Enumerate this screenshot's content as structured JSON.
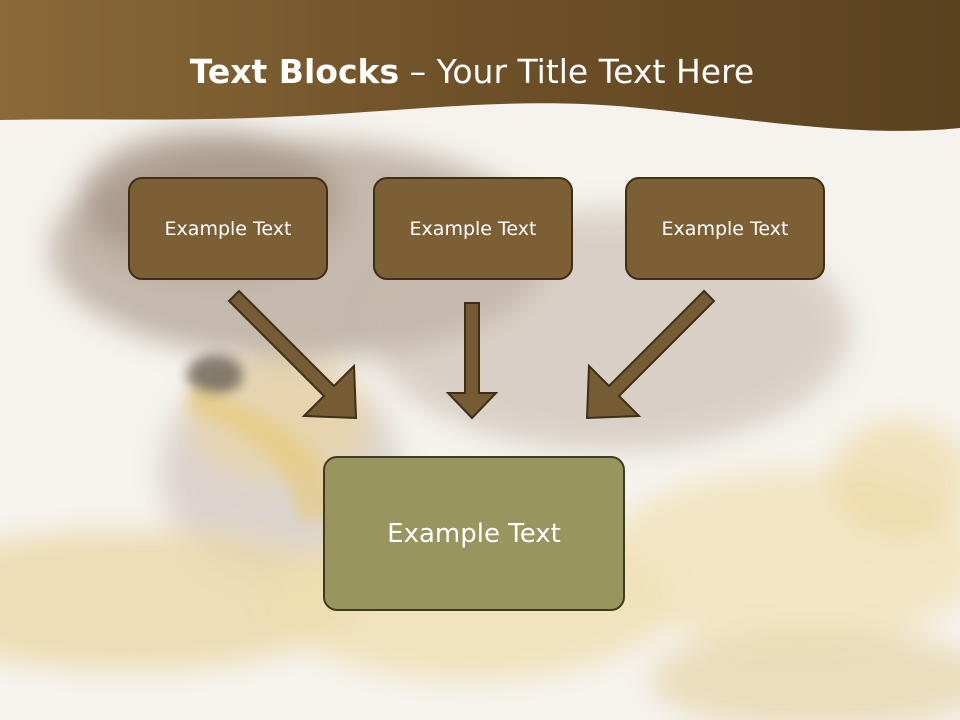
{
  "title": {
    "bold": "Text Blocks",
    "separator": " – ",
    "normal": "Your Title Text Here"
  },
  "blocks": [
    {
      "label": "Example Text"
    },
    {
      "label": "Example Text"
    },
    {
      "label": "Example Text"
    }
  ],
  "target": {
    "label": "Example Text"
  },
  "colors": {
    "header_band": "#7b5a30",
    "box_fill": "#7d5f36",
    "target_fill": "#99955f",
    "arrow_fill": "#765c34"
  }
}
